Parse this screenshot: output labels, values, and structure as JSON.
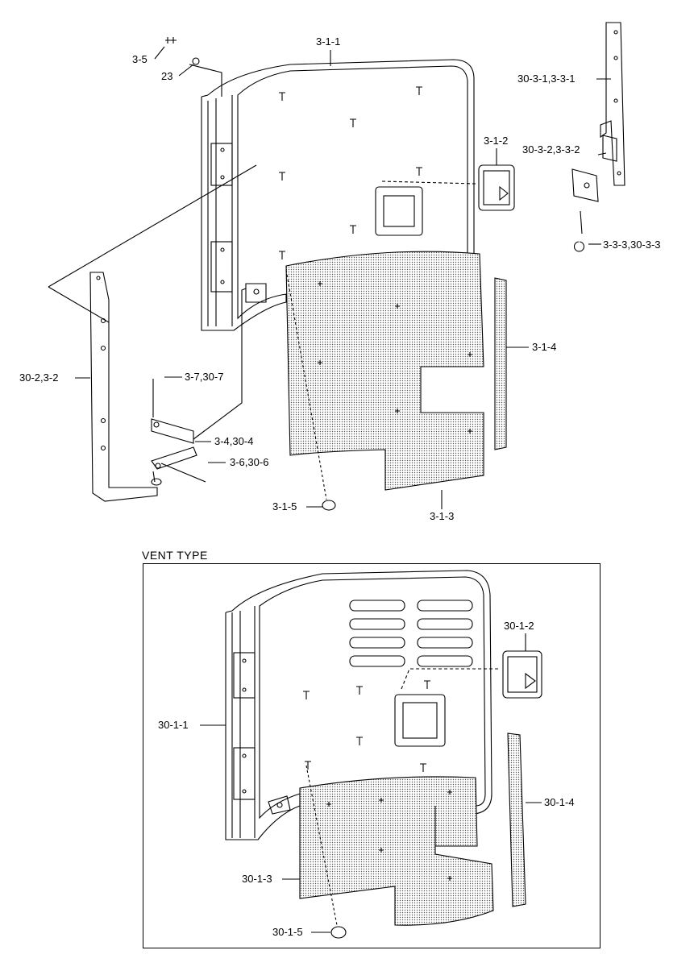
{
  "section_title": "VENT TYPE",
  "labels": {
    "p3_5": "3-5",
    "p23": "23",
    "p3_1_1": "3-1-1",
    "p30_3_1": "30-3-1,3-3-1",
    "p3_1_2": "3-1-2",
    "p30_3_2": "30-3-2,3-3-2",
    "p3_3_3": "3-3-3,30-3-3",
    "p3_1_4": "3-1-4",
    "p30_2": "30-2,3-2",
    "p3_7": "3-7,30-7",
    "p3_4": "3-4,30-4",
    "p3_6": "3-6,30-6",
    "p3_1_5": "3-1-5",
    "p3_1_3": "3-1-3",
    "p30_1_2": "30-1-2",
    "p30_1_1": "30-1-1",
    "p30_1_4": "30-1-4",
    "p30_1_3": "30-1-3",
    "p30_1_5": "30-1-5"
  }
}
